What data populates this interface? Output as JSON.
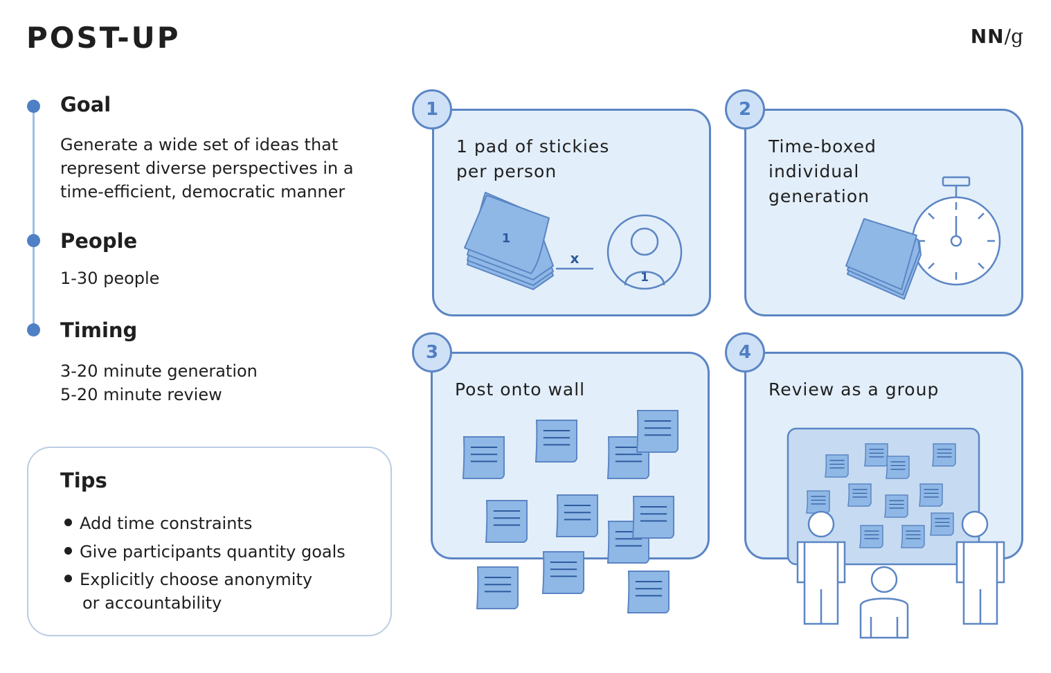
{
  "title": "POST-UP",
  "logo": {
    "bold": "NN",
    "slash": "/",
    "g": "g"
  },
  "goal": {
    "heading": "Goal",
    "lines": [
      "Generate a wide set of ideas that",
      "represent diverse perspectives in a",
      "time-efficient, democratic manner"
    ]
  },
  "people": {
    "heading": "People",
    "text": "1-30 people"
  },
  "timing": {
    "heading": "Timing",
    "lines": [
      "3-20 minute generation",
      "5-20 minute review"
    ]
  },
  "tips": {
    "heading": "Tips",
    "items": [
      "Add time constraints",
      "Give participants quantity goals",
      "Explicitly choose anonymity"
    ],
    "continuation": "or accountability"
  },
  "steps": [
    {
      "number": "1",
      "lines": [
        "1 pad of stickies",
        "per person"
      ],
      "pad_label": "1",
      "multiply": "x",
      "person_label": "1"
    },
    {
      "number": "2",
      "lines": [
        "Time-boxed",
        "individual",
        "generation"
      ]
    },
    {
      "number": "3",
      "lines": [
        "Post onto wall"
      ]
    },
    {
      "number": "4",
      "lines": [
        "Review as a group"
      ]
    }
  ],
  "colors": {
    "accent": "#5b85c4",
    "card_bg": "#e2eef9",
    "sticky": "#8fb8e6",
    "timeline": "#9ebde6"
  }
}
